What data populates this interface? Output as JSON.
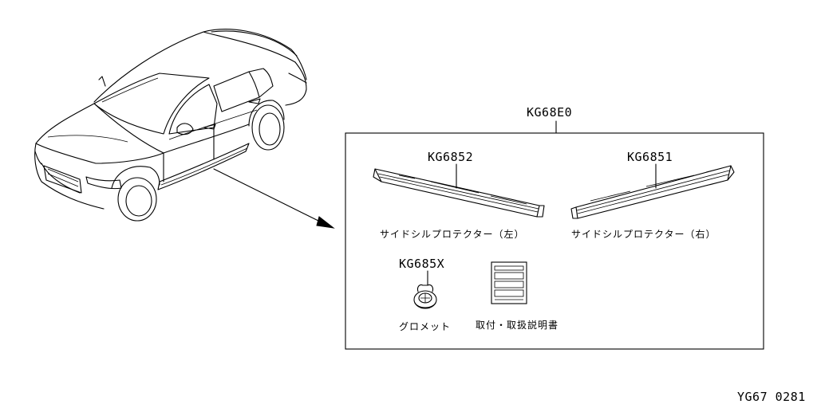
{
  "diagram": {
    "kit_part_number": "KG68E0",
    "parts": [
      {
        "part_number": "KG6852",
        "name": "サイドシルプロテクター（左）"
      },
      {
        "part_number": "KG6851",
        "name": "サイドシルプロテクター（右）"
      },
      {
        "part_number": "KG685X",
        "name": "グロメット"
      },
      {
        "name": "取付・取扱説明書"
      }
    ],
    "drawing_code": "YG67 0281"
  }
}
